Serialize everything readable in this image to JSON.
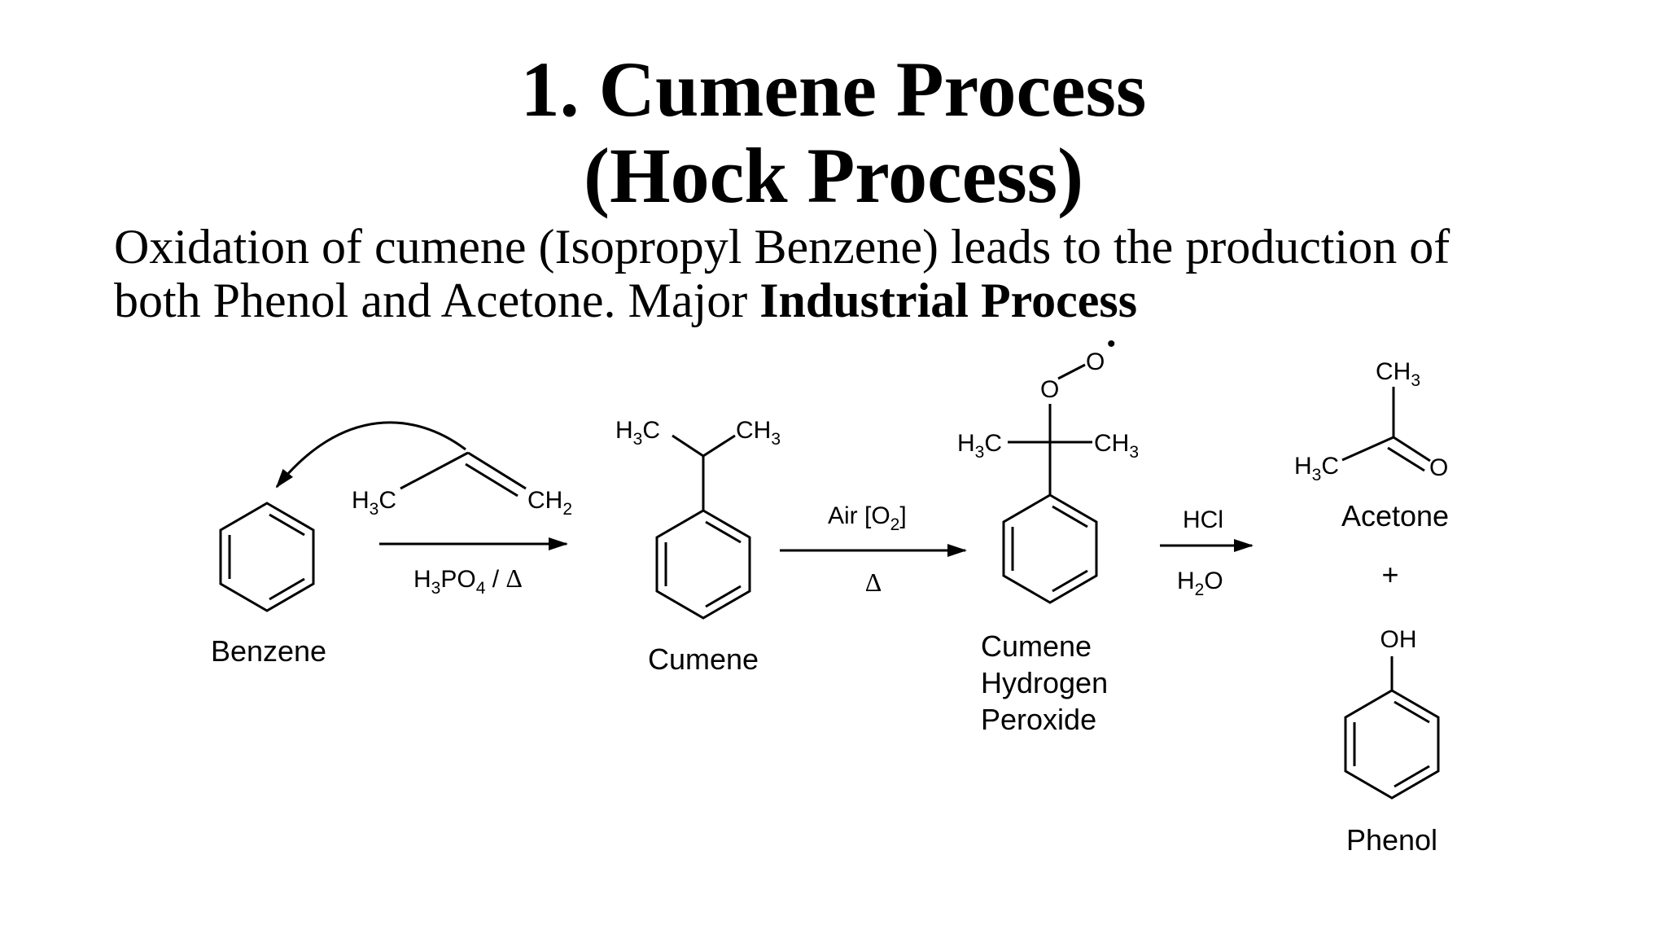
{
  "title": {
    "line1": "1. Cumene Process",
    "line2": "(Hock Process)"
  },
  "description": {
    "line1": "Oxidation of cumene (Isopropyl Benzene) leads to the production of",
    "line2_plain": "both Phenol and Acetone.  Major ",
    "line2_bold": "Industrial Process"
  },
  "scheme": {
    "compounds": {
      "benzene": "Benzene",
      "cumene": "Cumene",
      "hydroperoxide": [
        "Cumene",
        "Hydrogen",
        "Peroxide"
      ],
      "acetone": "Acetone",
      "plus": "+",
      "phenol": "Phenol"
    },
    "atoms": {
      "h": "H",
      "c": "C",
      "o": "O",
      "methyl_sub": "3",
      "methylene_sub": "2",
      "oh": "OH",
      "radical_dot": "•"
    },
    "reagents": {
      "step1": {
        "acid_H": "H",
        "acid_sub1": "3",
        "acid_PO": "PO",
        "acid_sub2": "4",
        "sep": " / ",
        "heat": "Δ"
      },
      "step2": {
        "air": "Air [O",
        "o2_sub": "2",
        "close": "]",
        "heat": "Δ"
      },
      "step3": {
        "acid": "HCl",
        "water_H": "H",
        "water_sub": "2",
        "water_O": "O"
      }
    }
  }
}
